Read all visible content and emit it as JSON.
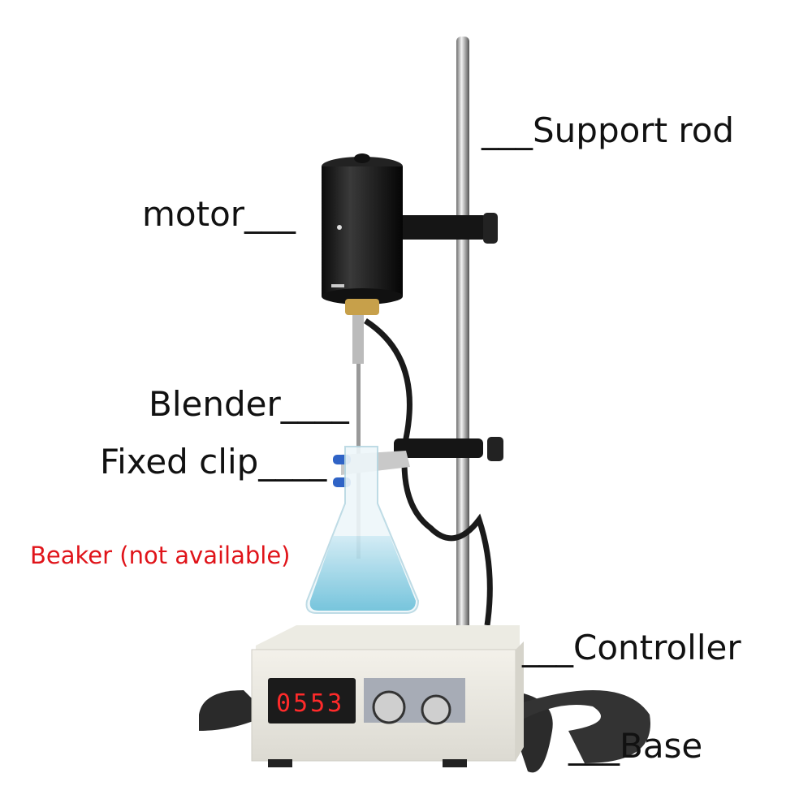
{
  "labels": {
    "support_rod": "___Support rod",
    "motor": "motor___",
    "blender": "Blender____",
    "fixed_clip": "Fixed clip____",
    "beaker": "Beaker (not available)",
    "controller": "___Controller",
    "base": "___Base"
  },
  "controller": {
    "display_value": "0553",
    "display_color": "#ff2a2a"
  },
  "colors": {
    "label_text": "#111111",
    "warning_text": "#e0141a"
  }
}
